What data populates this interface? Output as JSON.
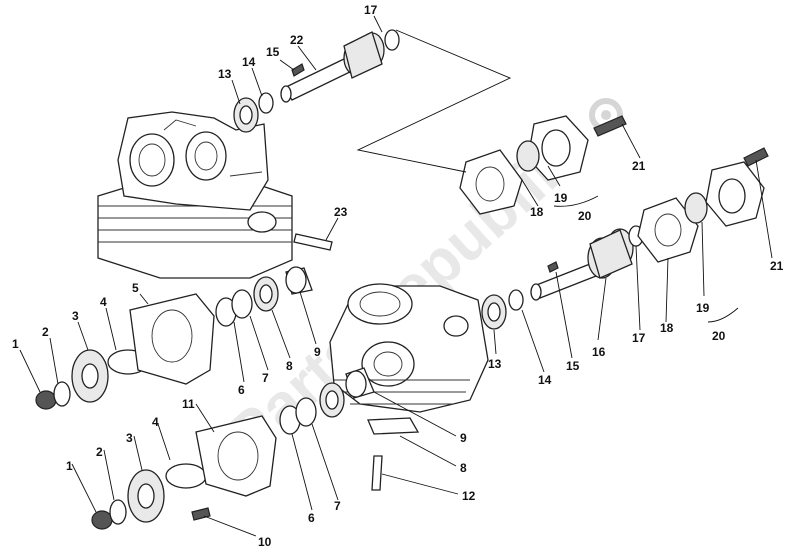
{
  "watermark": {
    "text": "Parts Republik",
    "color": "#d6d6d6"
  },
  "callouts": [
    {
      "id": "c17a",
      "label": "17"
    },
    {
      "id": "c22",
      "label": "22"
    },
    {
      "id": "c15a",
      "label": "15"
    },
    {
      "id": "c14a",
      "label": "14"
    },
    {
      "id": "c13a",
      "label": "13"
    },
    {
      "id": "c21a",
      "label": "21"
    },
    {
      "id": "c18a",
      "label": "18"
    },
    {
      "id": "c19a",
      "label": "19"
    },
    {
      "id": "c20a",
      "label": "20"
    },
    {
      "id": "c23",
      "label": "23"
    },
    {
      "id": "c21b",
      "label": "21"
    },
    {
      "id": "c5",
      "label": "5"
    },
    {
      "id": "c4a",
      "label": "4"
    },
    {
      "id": "c3a",
      "label": "3"
    },
    {
      "id": "c2a",
      "label": "2"
    },
    {
      "id": "c1a",
      "label": "1"
    },
    {
      "id": "c6a",
      "label": "6"
    },
    {
      "id": "c7a",
      "label": "7"
    },
    {
      "id": "c8a",
      "label": "8"
    },
    {
      "id": "c9a",
      "label": "9"
    },
    {
      "id": "c13b",
      "label": "13"
    },
    {
      "id": "c14b",
      "label": "14"
    },
    {
      "id": "c15b",
      "label": "15"
    },
    {
      "id": "c16",
      "label": "16"
    },
    {
      "id": "c17b",
      "label": "17"
    },
    {
      "id": "c18b",
      "label": "18"
    },
    {
      "id": "c19b",
      "label": "19"
    },
    {
      "id": "c20b",
      "label": "20"
    },
    {
      "id": "c11",
      "label": "11"
    },
    {
      "id": "c4b",
      "label": "4"
    },
    {
      "id": "c3b",
      "label": "3"
    },
    {
      "id": "c2b",
      "label": "2"
    },
    {
      "id": "c1b",
      "label": "1"
    },
    {
      "id": "c9b",
      "label": "9"
    },
    {
      "id": "c8b",
      "label": "8"
    },
    {
      "id": "c12",
      "label": "12"
    },
    {
      "id": "c6b",
      "label": "6"
    },
    {
      "id": "c7b",
      "label": "7"
    },
    {
      "id": "c10",
      "label": "10"
    }
  ]
}
